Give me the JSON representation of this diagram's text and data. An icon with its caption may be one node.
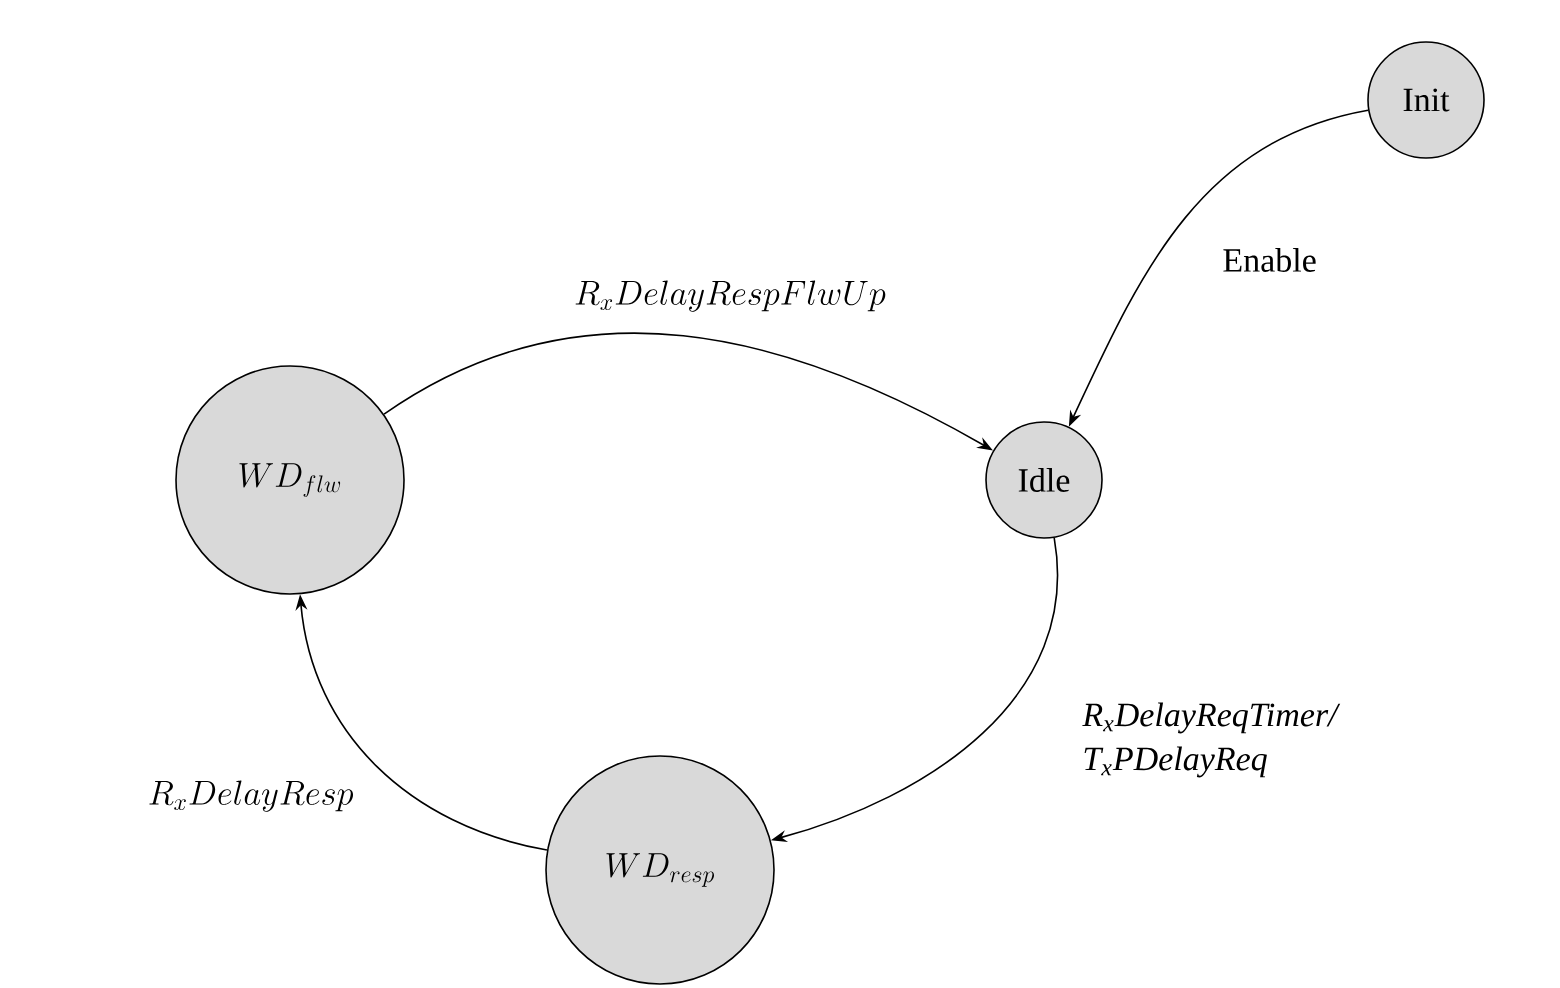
{
  "diagram": {
    "nodes": [
      {
        "text": [
          "Init"
        ]
      },
      {
        "text": [
          "Idle"
        ]
      },
      {
        "text": [
          "WD_{flw}"
        ]
      },
      {
        "text": [
          "WD_{resp}"
        ]
      }
    ],
    "edges": [
      {
        "from": 0,
        "to": 1,
        "arrow": "to",
        "label": "Enable"
      },
      {
        "from": 2,
        "to": 1,
        "arrow": "to",
        "label": "R_xDelayRespFlwUp"
      },
      {
        "from": 1,
        "to": 3,
        "arrow": "to",
        "label": "R$_{x}$DelayReqTimer/ T$_{x}$PDelayReq"
      },
      {
        "from": 3,
        "to": 2,
        "arrow": "to",
        "label": "R_xDelayResp"
      }
    ]
  }
}
